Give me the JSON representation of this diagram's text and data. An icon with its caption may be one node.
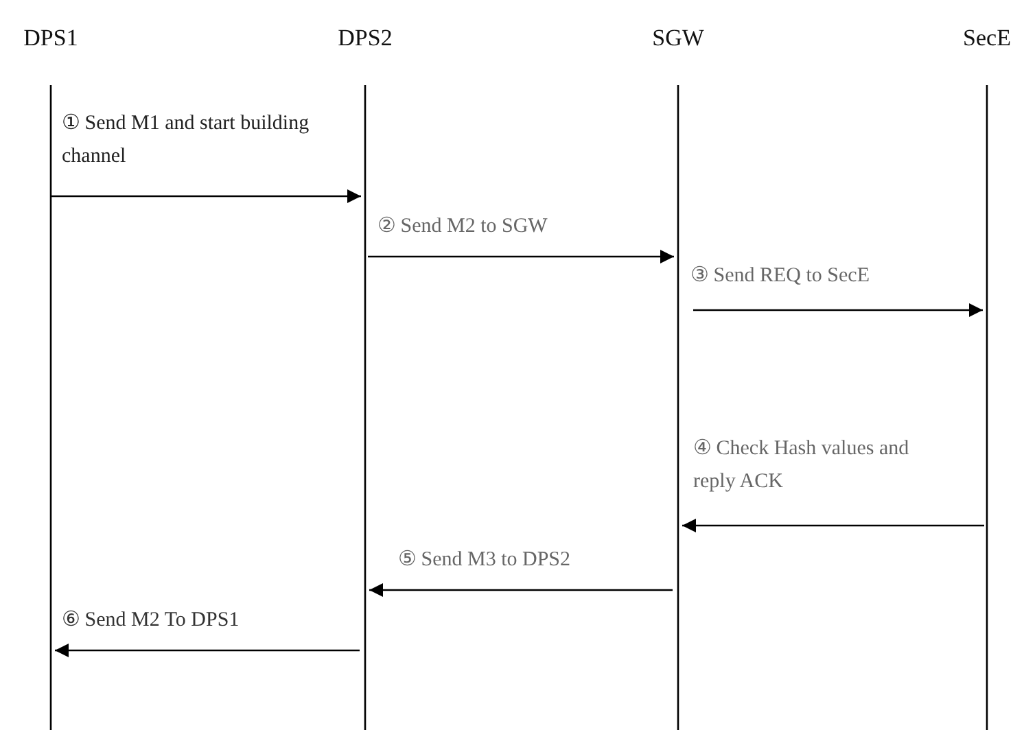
{
  "diagram": {
    "nodes": [
      {
        "text": [
          "DPS1"
        ]
      },
      {
        "text": [
          "DPS2"
        ]
      },
      {
        "text": [
          "SGW"
        ]
      },
      {
        "text": [
          "SecE"
        ]
      }
    ],
    "edges": [
      {
        "from": 0,
        "to": 1,
        "arrow": "to",
        "label": "① Send M1 and start building channel"
      },
      {
        "from": 1,
        "to": 2,
        "arrow": "to",
        "label": "② Send M2 to SGW"
      },
      {
        "from": 2,
        "to": 3,
        "arrow": "to",
        "label": "③ Send REQ to SecE"
      },
      {
        "from": 3,
        "to": 2,
        "arrow": "to",
        "label": "④ Check Hash values and reply ACK"
      },
      {
        "from": 2,
        "to": 1,
        "arrow": "to",
        "label": "⑤ Send M3 to DPS2"
      },
      {
        "from": 1,
        "to": 0,
        "arrow": "to",
        "label": "⑥ Send M2 To DPS1"
      }
    ]
  }
}
